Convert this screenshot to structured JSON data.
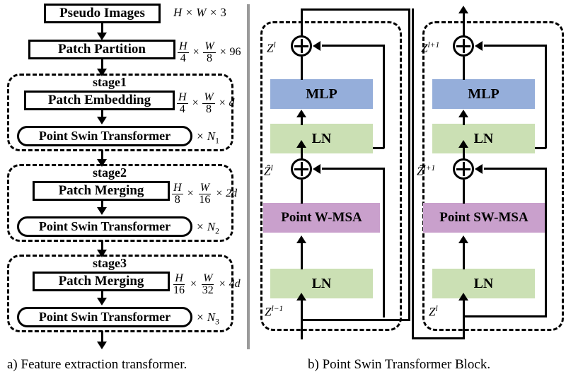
{
  "figure": {
    "panel_a_caption": "a) Feature extraction transformer.",
    "panel_b_caption": "b) Point Swin Transformer Block."
  },
  "panel_a": {
    "blocks": [
      {
        "label": "Pseudo Images",
        "dim_h": "H",
        "dim_w": "W",
        "dim_c": "3",
        "type": "solid"
      },
      {
        "label": "Patch   Partition",
        "dim_h": "4",
        "dim_w": "8",
        "dim_c": "96",
        "type": "solid"
      }
    ],
    "dim_top": "H × W × 3",
    "stages": [
      {
        "name": "stage1",
        "op_label": "Patch   Embedding",
        "denom_h": "4",
        "denom_w": "8",
        "channels": "d",
        "repeat_label": "× N",
        "repeat_index": "1",
        "transformer_label": "Point Swin Transformer"
      },
      {
        "name": "stage2",
        "op_label": "Patch   Merging",
        "denom_h": "8",
        "denom_w": "16",
        "channels": "2d",
        "repeat_label": "× N",
        "repeat_index": "2",
        "transformer_label": "Point Swin Transformer"
      },
      {
        "name": "stage3",
        "op_label": "Patch   Merging",
        "denom_h": "16",
        "denom_w": "32",
        "channels": "4d",
        "repeat_label": "× N",
        "repeat_index": "3",
        "transformer_label": "Point Swin Transformer"
      }
    ],
    "numerator_h": "H",
    "numerator_w": "W",
    "times_symbol": "×"
  },
  "panel_b": {
    "blocks": [
      {
        "id": "block-l",
        "input_label": "Z",
        "input_sup": "l−1",
        "mid_label": "Ẑ",
        "mid_sup": "l",
        "output_label": "Z",
        "output_sup": "l",
        "ln_bottom": "LN",
        "attention": "Point W-MSA",
        "ln_top": "LN",
        "mlp": "MLP"
      },
      {
        "id": "block-l1",
        "input_label": "Z",
        "input_sup": "l",
        "mid_label": "Ẑ",
        "mid_sup": "l+1",
        "output_label": "Z",
        "output_sup": "l+1",
        "ln_bottom": "LN",
        "attention": "Point SW-MSA",
        "ln_top": "LN",
        "mlp": "MLP"
      }
    ],
    "plus_symbol": "⊕"
  },
  "colors": {
    "mlp": "#95aeda",
    "ln": "#cbe0b4",
    "msa": "#c9a0cc",
    "stroke": "#000000",
    "divider": "#9a9a9a",
    "background": "#ffffff"
  }
}
